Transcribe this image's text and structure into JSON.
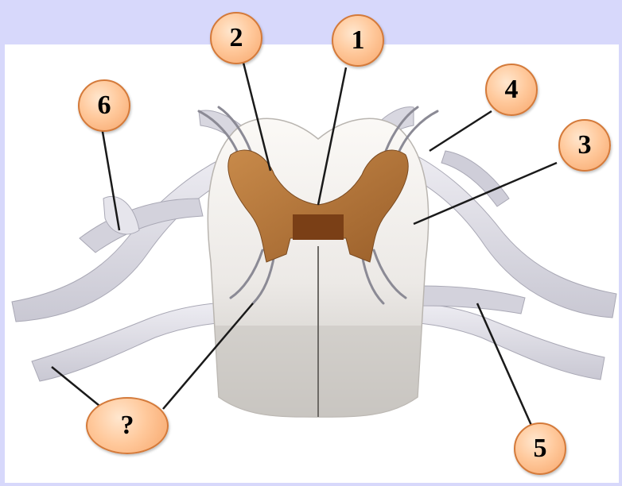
{
  "labels": {
    "l1": "1",
    "l2": "2",
    "l3": "3",
    "l4": "4",
    "l5": "5",
    "l6": "6",
    "unknown": "?"
  },
  "colors": {
    "background": "#d7d8fb",
    "panel": "#ffffff",
    "gray_matter": "#b8773a",
    "white_matter": "#f4f1ee",
    "nerve": "#dcdbe3",
    "label_fill": "#ffc99c",
    "label_border": "#d47a3a"
  }
}
